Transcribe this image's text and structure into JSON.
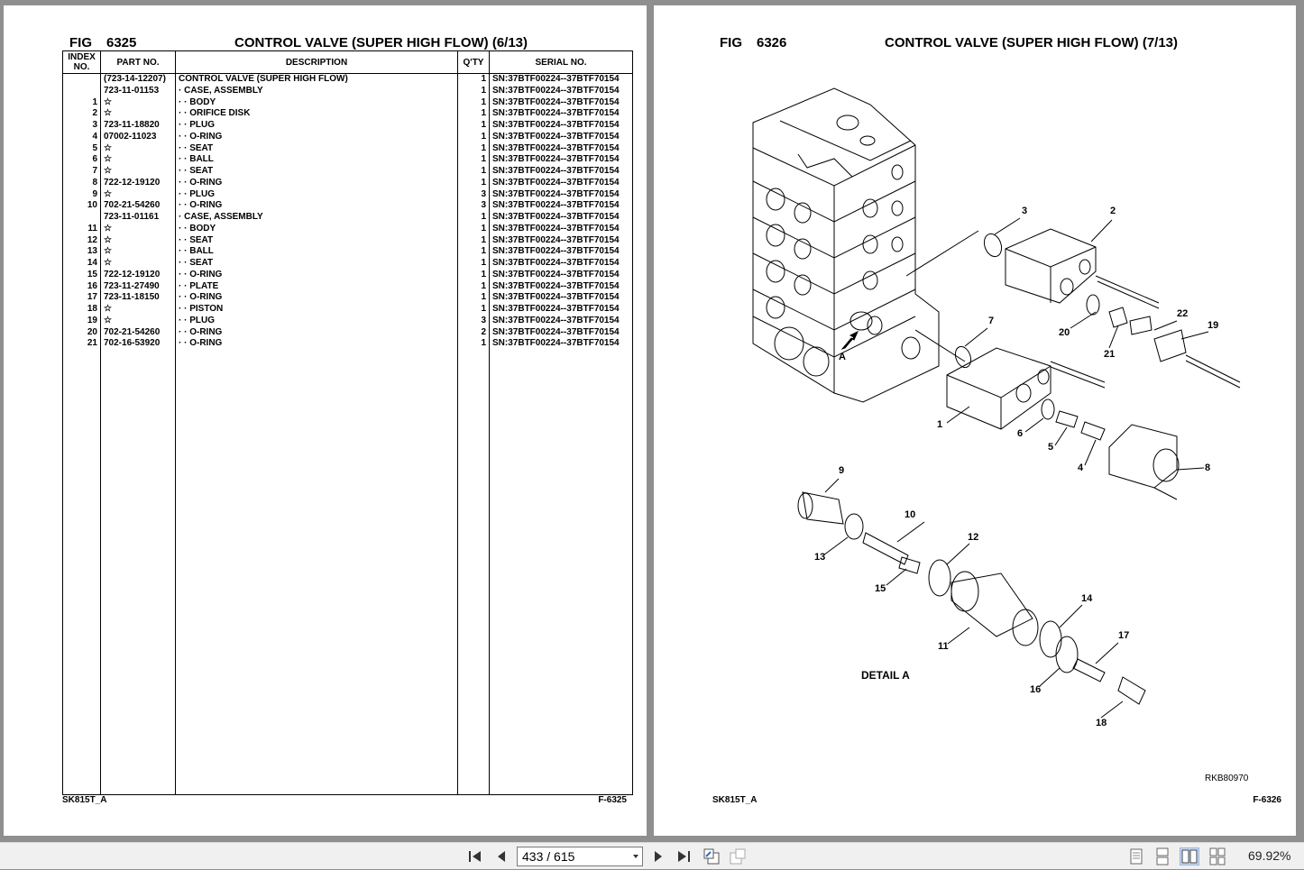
{
  "left_page": {
    "fig_label": "FIG",
    "fig_number": "6325",
    "title": "CONTROL VALVE (SUPER HIGH FLOW) (6/13)",
    "headers": {
      "index_line1": "INDEX",
      "index_line2": "NO.",
      "part_no": "PART NO.",
      "description": "DESCRIPTION",
      "qty": "Q'TY",
      "serial_no": "SERIAL NO."
    },
    "rows": [
      {
        "index": "",
        "part": "(723-14-12207)",
        "desc": "CONTROL VALVE (SUPER HIGH FLOW)",
        "qty": "1",
        "serial": "SN:37BTF00224--37BTF70154"
      },
      {
        "index": "",
        "part": "723-11-01153",
        "desc": "· CASE, ASSEMBLY",
        "qty": "1",
        "serial": "SN:37BTF00224--37BTF70154"
      },
      {
        "index": "1",
        "part": "☆",
        "desc": "· · BODY",
        "qty": "1",
        "serial": "SN:37BTF00224--37BTF70154"
      },
      {
        "index": "2",
        "part": "☆",
        "desc": "· · ORIFICE DISK",
        "qty": "1",
        "serial": "SN:37BTF00224--37BTF70154"
      },
      {
        "index": "3",
        "part": "723-11-18820",
        "desc": "· · PLUG",
        "qty": "1",
        "serial": "SN:37BTF00224--37BTF70154"
      },
      {
        "index": "4",
        "part": "07002-11023",
        "desc": "· · O-RING",
        "qty": "1",
        "serial": "SN:37BTF00224--37BTF70154"
      },
      {
        "index": "5",
        "part": "☆",
        "desc": "· · SEAT",
        "qty": "1",
        "serial": "SN:37BTF00224--37BTF70154"
      },
      {
        "index": "6",
        "part": "☆",
        "desc": "· · BALL",
        "qty": "1",
        "serial": "SN:37BTF00224--37BTF70154"
      },
      {
        "index": "7",
        "part": "☆",
        "desc": "· · SEAT",
        "qty": "1",
        "serial": "SN:37BTF00224--37BTF70154"
      },
      {
        "index": "8",
        "part": "722-12-19120",
        "desc": "· · O-RING",
        "qty": "1",
        "serial": "SN:37BTF00224--37BTF70154"
      },
      {
        "index": "9",
        "part": "☆",
        "desc": "· · PLUG",
        "qty": "3",
        "serial": "SN:37BTF00224--37BTF70154"
      },
      {
        "index": "10",
        "part": "702-21-54260",
        "desc": "· · O-RING",
        "qty": "3",
        "serial": "SN:37BTF00224--37BTF70154"
      },
      {
        "index": "",
        "part": "723-11-01161",
        "desc": "· CASE, ASSEMBLY",
        "qty": "1",
        "serial": "SN:37BTF00224--37BTF70154"
      },
      {
        "index": "11",
        "part": "☆",
        "desc": "· · BODY",
        "qty": "1",
        "serial": "SN:37BTF00224--37BTF70154"
      },
      {
        "index": "12",
        "part": "☆",
        "desc": "· · SEAT",
        "qty": "1",
        "serial": "SN:37BTF00224--37BTF70154"
      },
      {
        "index": "13",
        "part": "☆",
        "desc": "· · BALL",
        "qty": "1",
        "serial": "SN:37BTF00224--37BTF70154"
      },
      {
        "index": "14",
        "part": "☆",
        "desc": "· · SEAT",
        "qty": "1",
        "serial": "SN:37BTF00224--37BTF70154"
      },
      {
        "index": "15",
        "part": "722-12-19120",
        "desc": "· · O-RING",
        "qty": "1",
        "serial": "SN:37BTF00224--37BTF70154"
      },
      {
        "index": "16",
        "part": "723-11-27490",
        "desc": "· · PLATE",
        "qty": "1",
        "serial": "SN:37BTF00224--37BTF70154"
      },
      {
        "index": "17",
        "part": "723-11-18150",
        "desc": "· · O-RING",
        "qty": "1",
        "serial": "SN:37BTF00224--37BTF70154"
      },
      {
        "index": "18",
        "part": "☆",
        "desc": "· · PISTON",
        "qty": "1",
        "serial": "SN:37BTF00224--37BTF70154"
      },
      {
        "index": "19",
        "part": "☆",
        "desc": "· · PLUG",
        "qty": "3",
        "serial": "SN:37BTF00224--37BTF70154"
      },
      {
        "index": "20",
        "part": "702-21-54260",
        "desc": "· · O-RING",
        "qty": "2",
        "serial": "SN:37BTF00224--37BTF70154"
      },
      {
        "index": "21",
        "part": "702-16-53920",
        "desc": "· · O-RING",
        "qty": "1",
        "serial": "SN:37BTF00224--37BTF70154"
      }
    ],
    "footer_model": "SK815T_A",
    "footer_page": "F-6325"
  },
  "right_page": {
    "fig_label": "FIG",
    "fig_number": "6326",
    "title": "CONTROL VALVE (SUPER HIGH FLOW) (7/13)",
    "callouts": [
      "1",
      "2",
      "3",
      "4",
      "5",
      "6",
      "7",
      "8",
      "9",
      "10",
      "11",
      "12",
      "13",
      "14",
      "15",
      "16",
      "17",
      "18",
      "19",
      "20",
      "21",
      "22"
    ],
    "view_marker": "A",
    "detail_label": "DETAIL A",
    "drawing_code": "RKB80970",
    "footer_model": "SK815T_A",
    "footer_page": "F-6326"
  },
  "toolbar": {
    "page_indicator": "433 / 615",
    "zoom": "69.92%",
    "icons": [
      "first-page-icon",
      "previous-page-icon",
      "next-page-icon",
      "last-page-icon",
      "previous-view-icon",
      "next-view-icon",
      "single-page-view-icon",
      "continuous-view-icon",
      "facing-pages-view-icon",
      "continuous-facing-view-icon"
    ]
  }
}
